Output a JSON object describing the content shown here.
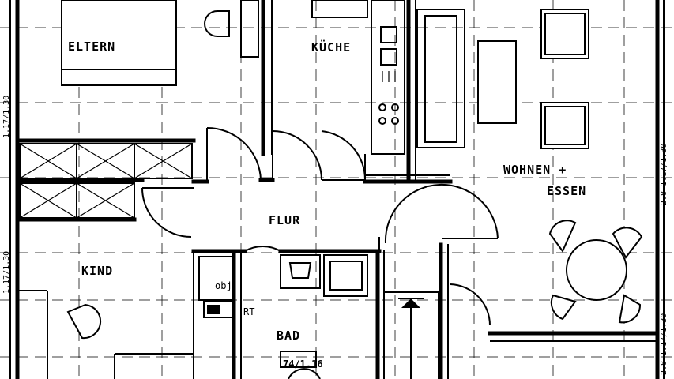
{
  "rooms": {
    "eltern": "ELTERN",
    "kueche": "KÜCHE",
    "wohnen_line1": "WOHNEN +",
    "wohnen_line2": "ESSEN",
    "flur": "FLUR",
    "kind": "KIND",
    "bad": "BAD"
  },
  "labels": {
    "rt": "RT",
    "obj": "obj",
    "bad_dimension": "74/1.16"
  },
  "dimensions": {
    "left_top": "1.17/1.30",
    "left_bottom": "1.17/1.30",
    "right_top": "2.8 1.17/1.30",
    "right_bottom": "2.8 1.17/1.30"
  }
}
